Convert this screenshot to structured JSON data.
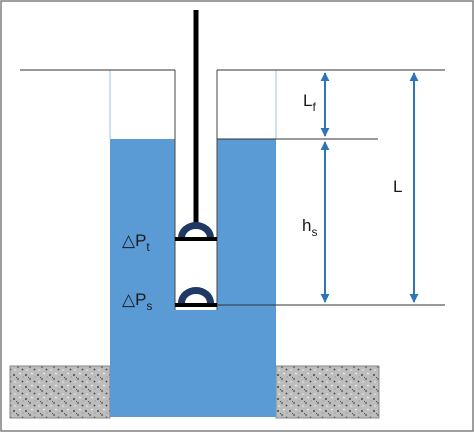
{
  "labels": {
    "lf_main": "L",
    "lf_sub": "f",
    "hs_main": "h",
    "hs_sub": "s",
    "l": "L",
    "pt_delta": "△",
    "pt_main": "P",
    "pt_sub": "t",
    "ps_delta": "△",
    "ps_main": "P",
    "ps_sub": "s"
  },
  "colors": {
    "water": "#5b9bd5",
    "arrow": "#2e75b6",
    "piston": "#1f3864",
    "ground": "#b8b8b8",
    "frame": "#7f7f7f"
  }
}
